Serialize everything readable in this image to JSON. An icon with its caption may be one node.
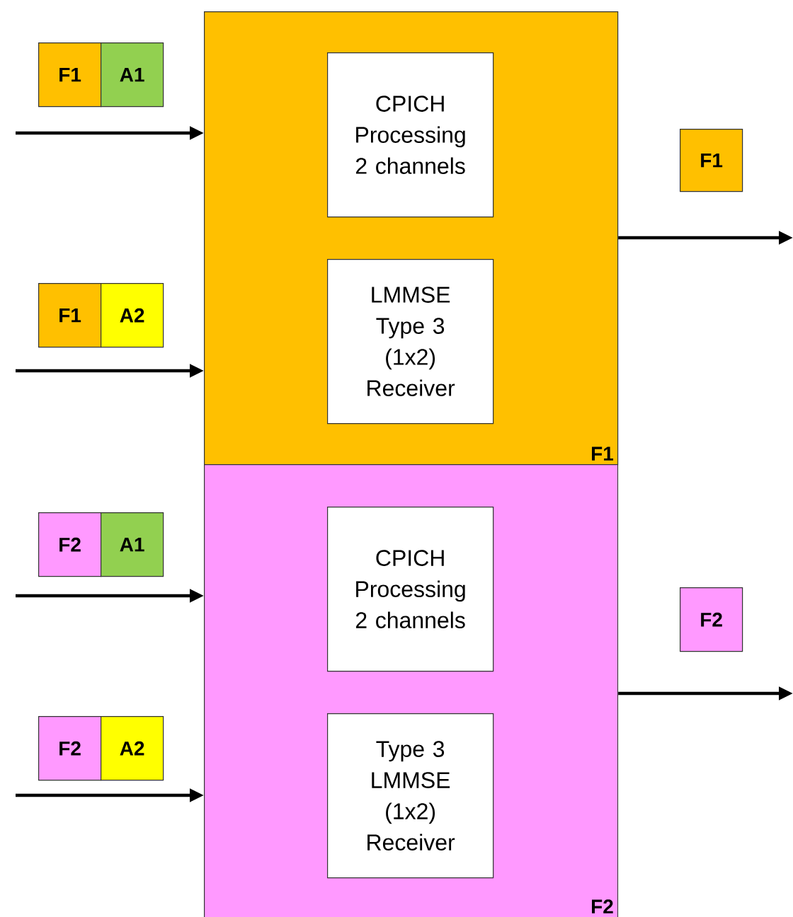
{
  "diagram": {
    "nodes": [
      {
        "text": [
          "F1"
        ]
      },
      {
        "text": [
          "CPICH Processing 2 channels"
        ],
        "in": 0
      },
      {
        "text": [
          "LMMSE Type 3 (1x2) Receiver"
        ],
        "in": 0
      },
      {
        "text": [
          "F2"
        ]
      },
      {
        "text": [
          "CPICH Processing 2 channels"
        ],
        "in": 3
      },
      {
        "text": [
          "Type 3 LMMSE (1x2) Receiver"
        ],
        "in": 3
      },
      {
        "text": [
          "F1"
        ]
      },
      {
        "text": [
          "A1"
        ]
      },
      {
        "text": [
          "F1"
        ]
      },
      {
        "text": [
          "F1"
        ]
      },
      {
        "text": [
          "A2"
        ]
      },
      {
        "text": [
          "F2"
        ]
      },
      {
        "text": [
          "A1"
        ]
      },
      {
        "text": [
          "F2"
        ]
      },
      {
        "text": [
          "F2"
        ]
      },
      {
        "text": [
          "A2"
        ]
      }
    ],
    "edges": [
      {
        "from": null,
        "to": 0,
        "arrow": "to"
      },
      {
        "from": null,
        "to": 0,
        "arrow": "to"
      },
      {
        "from": 0,
        "to": null,
        "arrow": "to"
      },
      {
        "from": null,
        "to": 3,
        "arrow": "to"
      },
      {
        "from": null,
        "to": 3,
        "arrow": "to"
      },
      {
        "from": 3,
        "to": null,
        "arrow": "to"
      }
    ]
  }
}
